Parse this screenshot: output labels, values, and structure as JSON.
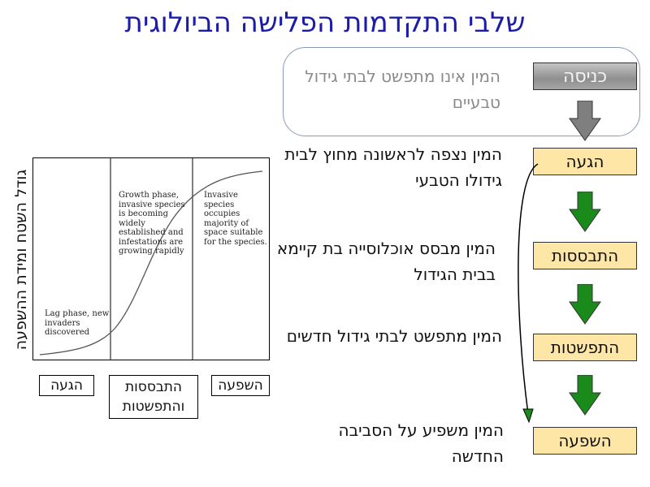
{
  "title": "שלבי התקדמות הפלישה הביולוגית",
  "stages": {
    "entry": "כניסה",
    "arrival": "הגעה",
    "establishment": "התבססות",
    "spread": "התפשטות",
    "impact": "השפעה"
  },
  "descriptions": {
    "entry": "המין אינו מתפשט לבתי גידול טבעיים",
    "arrival": "המין נצפה לראשונה מחוץ לבית גידולו הטבעי",
    "establishment": "המין מבסס אוכלוסייה בת קיימא בבית הגידול",
    "spread": "המין מתפשט לבתי גידול חדשים",
    "impact": "המין משפיע על הסביבה החדשה"
  },
  "chart_data": {
    "type": "line",
    "ylabel": "גודל השטח ומידת ההשפעה",
    "phase_notes": [
      "Lag phase, new invaders discovered",
      "Growth phase, invasive species is becoming widely established and infestations are growing rapidly",
      "Invasive species occupies majority of space suitable for the species."
    ],
    "x_labels": [
      "הגעה",
      "התבססות והתפשטות",
      "השפעה"
    ]
  },
  "colors": {
    "title": "#1c1caa",
    "stage_fill": "#fde6a6",
    "entry_fill": "#a5a5a5",
    "arrow_green": "#1a8a1a",
    "arrow_gray": "#7f7f7f"
  }
}
